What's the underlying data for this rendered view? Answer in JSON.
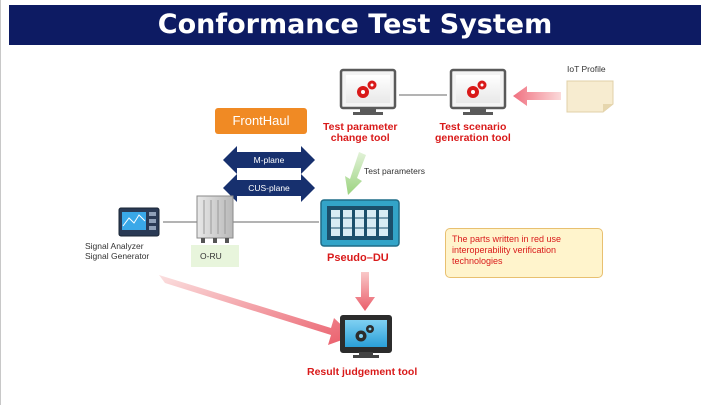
{
  "title": "Conformance Test System",
  "fronthaul": "FrontHaul",
  "m_plane": "M-plane",
  "cus_plane": "CUS-plane",
  "test_parameter_change_tool": [
    "Test parameter",
    "change tool"
  ],
  "test_scenario_generation_tool": [
    "Test scenario",
    "generation tool"
  ],
  "iot_profile": "IoT Profile",
  "test_parameters": "Test parameters",
  "signal_analyzer": [
    "Signal Analyzer",
    "Signal Generator"
  ],
  "o_ru": "O-RU",
  "pseudo_du": "Pseudo–DU",
  "note": "The parts written in red use interoperability verification technologies",
  "result_judgement_tool": "Result judgement tool",
  "icons": [
    "gear-monitor-icon",
    "document-icon",
    "pseudo-du-icon",
    "o-ru-icon",
    "signal-analyzer-icon"
  ],
  "colors": {
    "title_bar": "#0d1b63",
    "accent_red": "#d91a1a",
    "fronthaul": "#f08a24",
    "plane_arrow": "#17306e"
  }
}
